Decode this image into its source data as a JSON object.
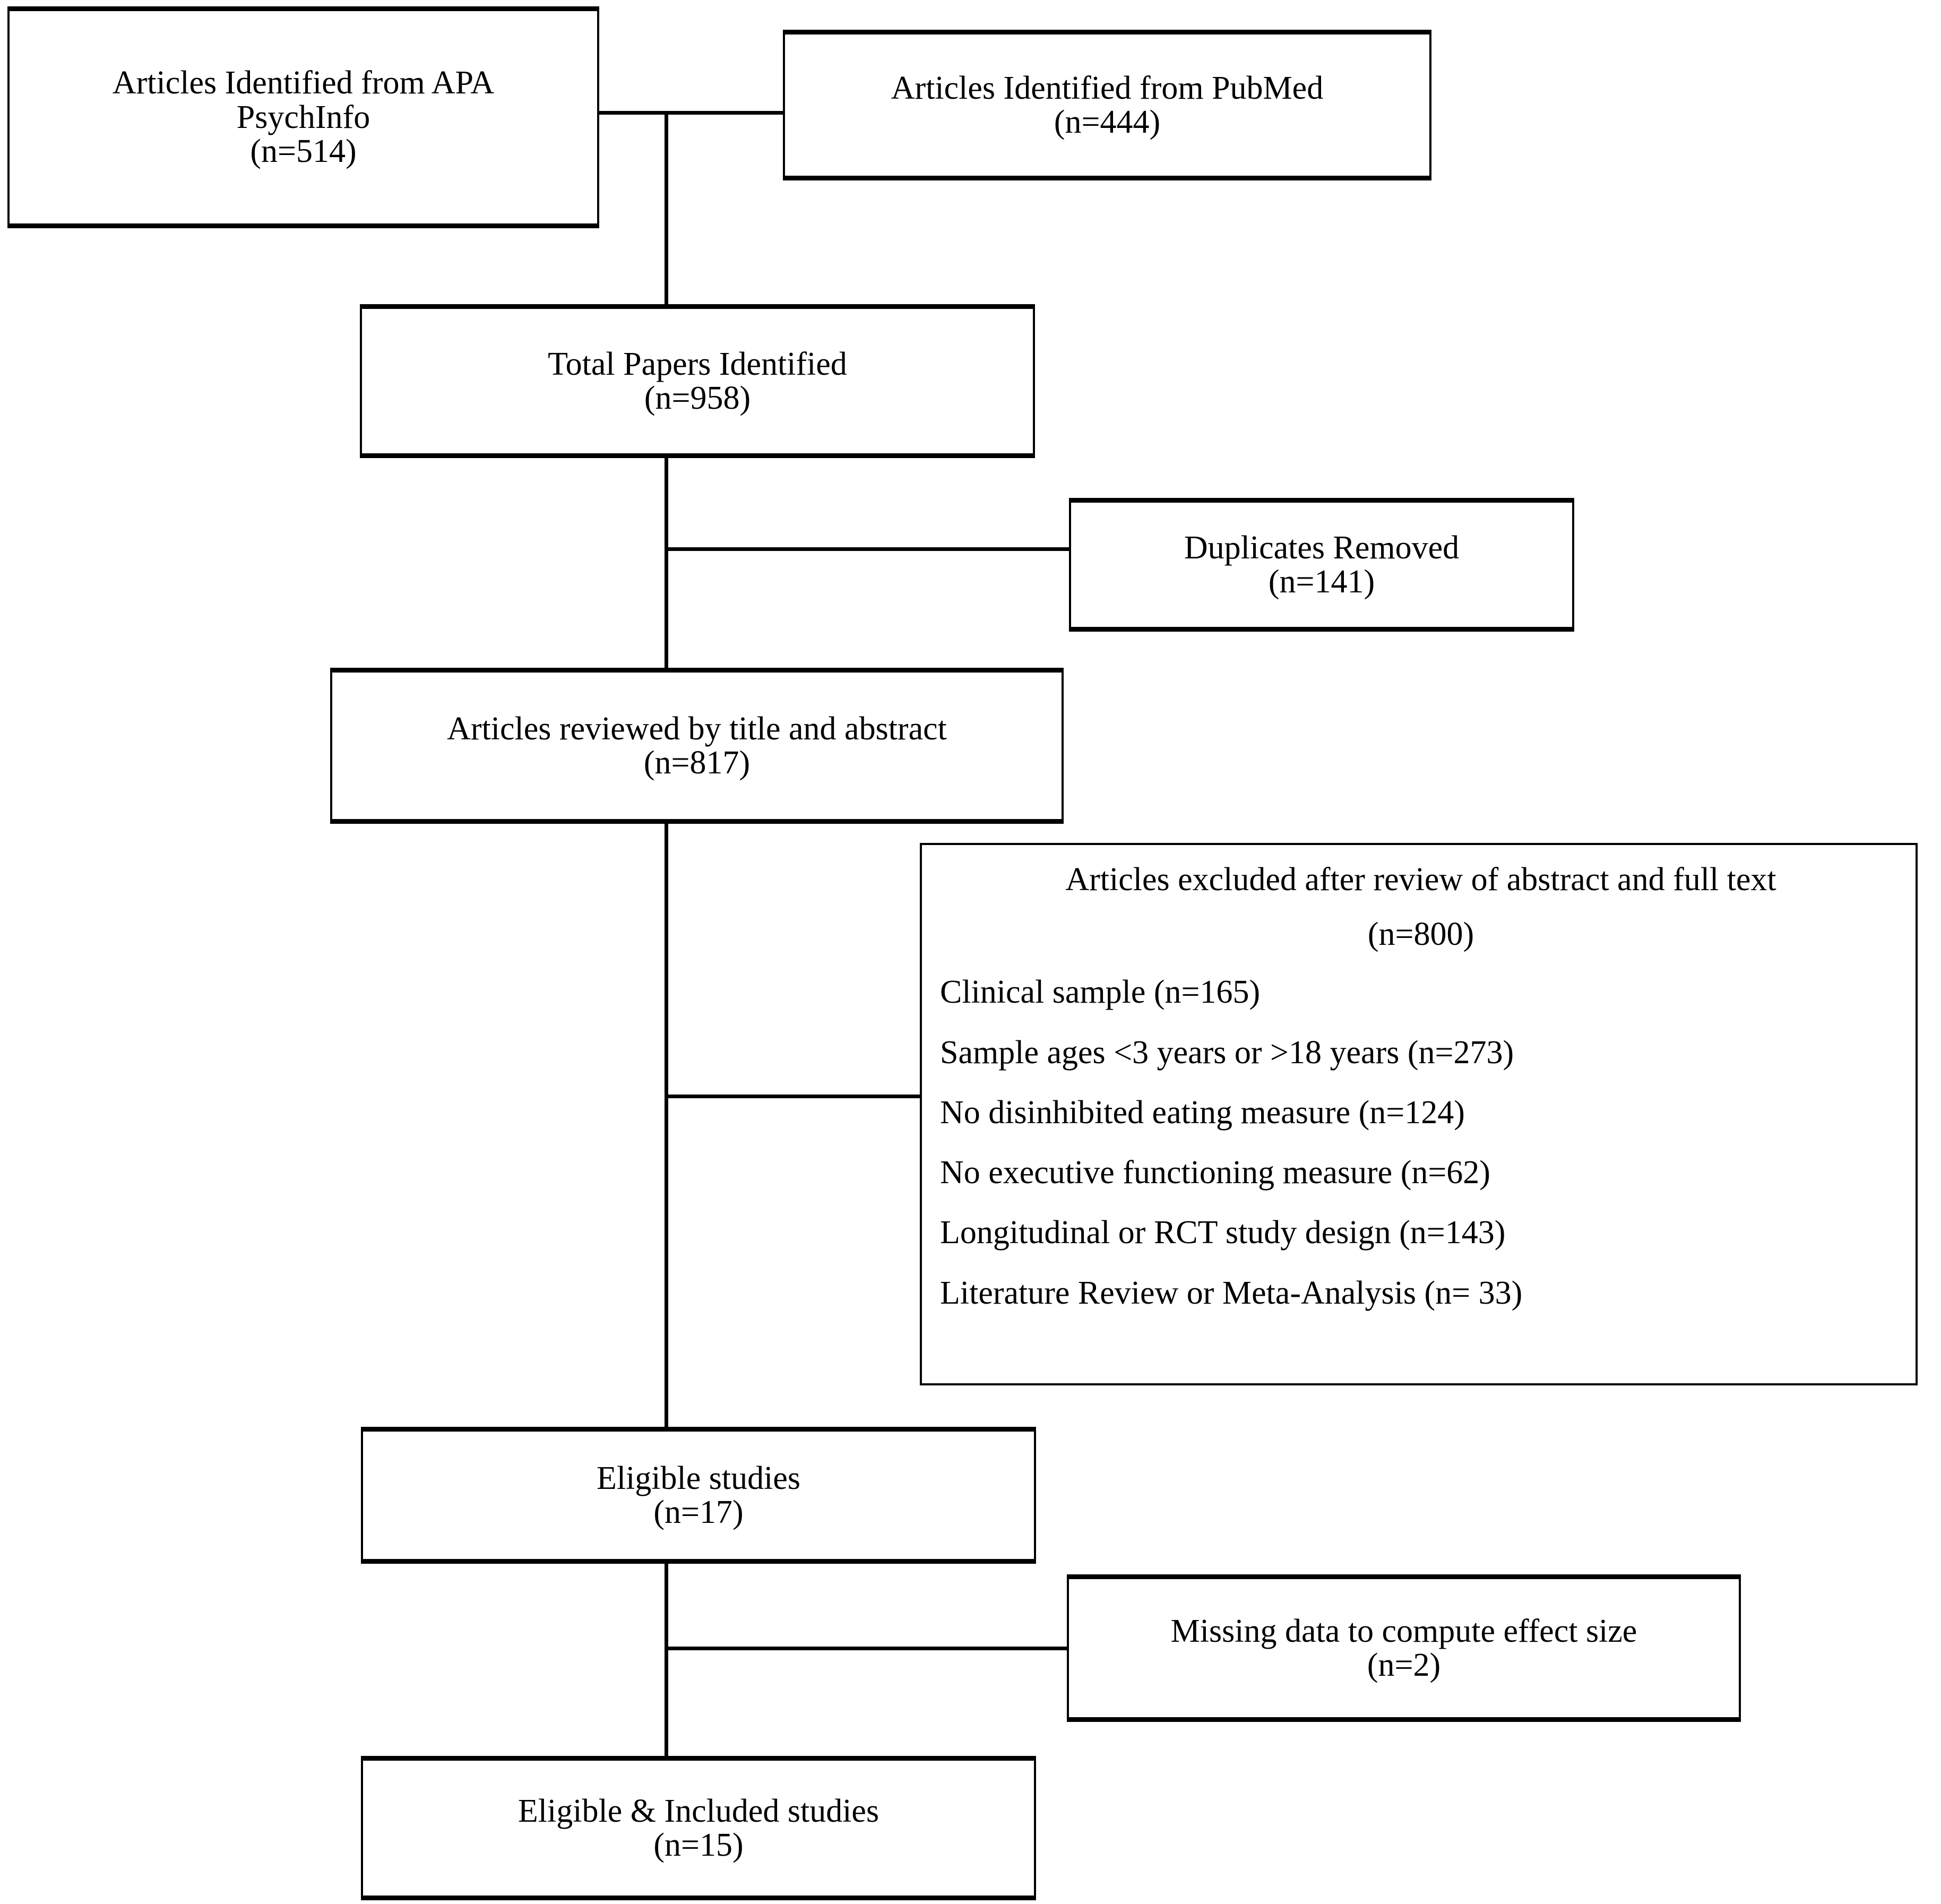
{
  "figure": {
    "type": "prisma-flow-diagram",
    "accent_color": "#000000",
    "background_color": "#ffffff"
  },
  "nodes": {
    "apa": {
      "title_line1": "Articles Identified from APA",
      "title_line2": "PsychInfo",
      "count": "(n=514)"
    },
    "pubmed": {
      "title_line1": "Articles Identified from PubMed",
      "count": "(n=444)"
    },
    "total": {
      "title_line1": "Total Papers Identified",
      "count": "(n=958)"
    },
    "duplicates": {
      "title_line1": "Duplicates Removed",
      "count": "(n=141)"
    },
    "screened": {
      "title_line1": "Articles reviewed by title and abstract",
      "count": "(n=817)"
    },
    "excluded": {
      "title_line1": "Articles excluded after review of abstract and full text",
      "count": "(n=800)",
      "reasons": [
        "Clinical sample (n=165)",
        "Sample ages <3 years or >18 years (n=273)",
        "No disinhibited eating measure (n=124)",
        "No executive functioning measure (n=62)",
        "Longitudinal or RCT study design (n=143)",
        "Literature Review or Meta-Analysis (n= 33)"
      ]
    },
    "eligible": {
      "title_line1": "Eligible studies",
      "count": "(n=17)"
    },
    "missing": {
      "title_line1": "Missing data to compute effect size",
      "count": "(n=2)"
    },
    "included": {
      "title_line1": "Eligible & Included studies",
      "count": "(n=15)"
    }
  },
  "chart_data": {
    "type": "diagram",
    "title": "PRISMA study selection flow diagram",
    "stages": [
      {
        "label": "Articles Identified from APA PsychInfo",
        "n": 514
      },
      {
        "label": "Articles Identified from PubMed",
        "n": 444
      },
      {
        "label": "Total Papers Identified",
        "n": 958
      },
      {
        "label": "Duplicates Removed",
        "n": 141
      },
      {
        "label": "Articles reviewed by title and abstract",
        "n": 817
      },
      {
        "label": "Articles excluded after review of abstract and full text",
        "n": 800
      },
      {
        "label": "Eligible studies",
        "n": 17
      },
      {
        "label": "Missing data to compute effect size",
        "n": 2
      },
      {
        "label": "Eligible & Included studies",
        "n": 15
      }
    ],
    "exclusion_breakdown": [
      {
        "reason": "Clinical sample",
        "n": 165
      },
      {
        "reason": "Sample ages <3 years or >18 years",
        "n": 273
      },
      {
        "reason": "No disinhibited eating measure",
        "n": 124
      },
      {
        "reason": "No executive functioning measure",
        "n": 62
      },
      {
        "reason": "Longitudinal or RCT study design",
        "n": 143
      },
      {
        "reason": "Literature Review or Meta-Analysis",
        "n": 33
      }
    ]
  }
}
